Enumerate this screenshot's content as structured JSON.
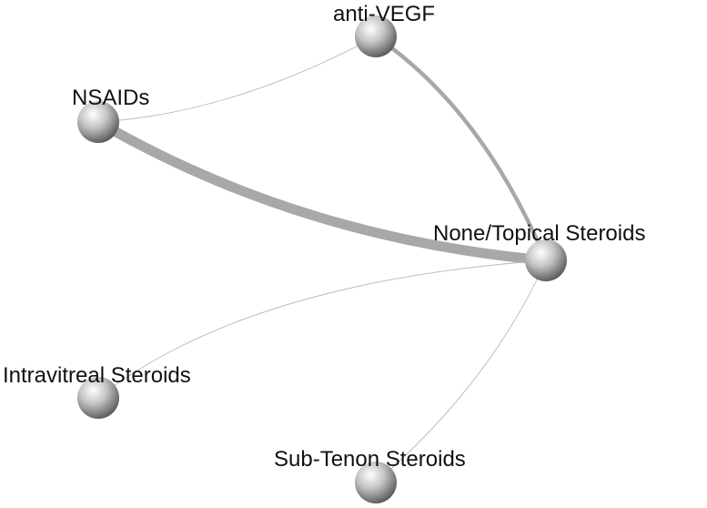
{
  "colors": {
    "edge": "#a8a8a8",
    "edge_thin": "#b8b8b8",
    "node_light": "#ffffff",
    "node_mid": "#c4c4c4",
    "node_dark": "#555555",
    "label": "#111111"
  },
  "nodes": [
    {
      "id": "anti-vegf",
      "label": "anti-VEGF"
    },
    {
      "id": "nsaids",
      "label": "NSAIDs"
    },
    {
      "id": "none-topical",
      "label": "None/Topical Steroids"
    },
    {
      "id": "intravitreal",
      "label": "Intravitreal Steroids"
    },
    {
      "id": "sub-tenon",
      "label": "Sub-Tenon Steroids"
    }
  ],
  "edges": [
    {
      "from": "nsaids",
      "to": "anti-vegf",
      "weight": 1
    },
    {
      "from": "anti-vegf",
      "to": "none-topical",
      "weight": 4
    },
    {
      "from": "nsaids",
      "to": "none-topical",
      "weight": 10
    },
    {
      "from": "intravitreal",
      "to": "none-topical",
      "weight": 1
    },
    {
      "from": "sub-tenon",
      "to": "none-topical",
      "weight": 1
    }
  ]
}
